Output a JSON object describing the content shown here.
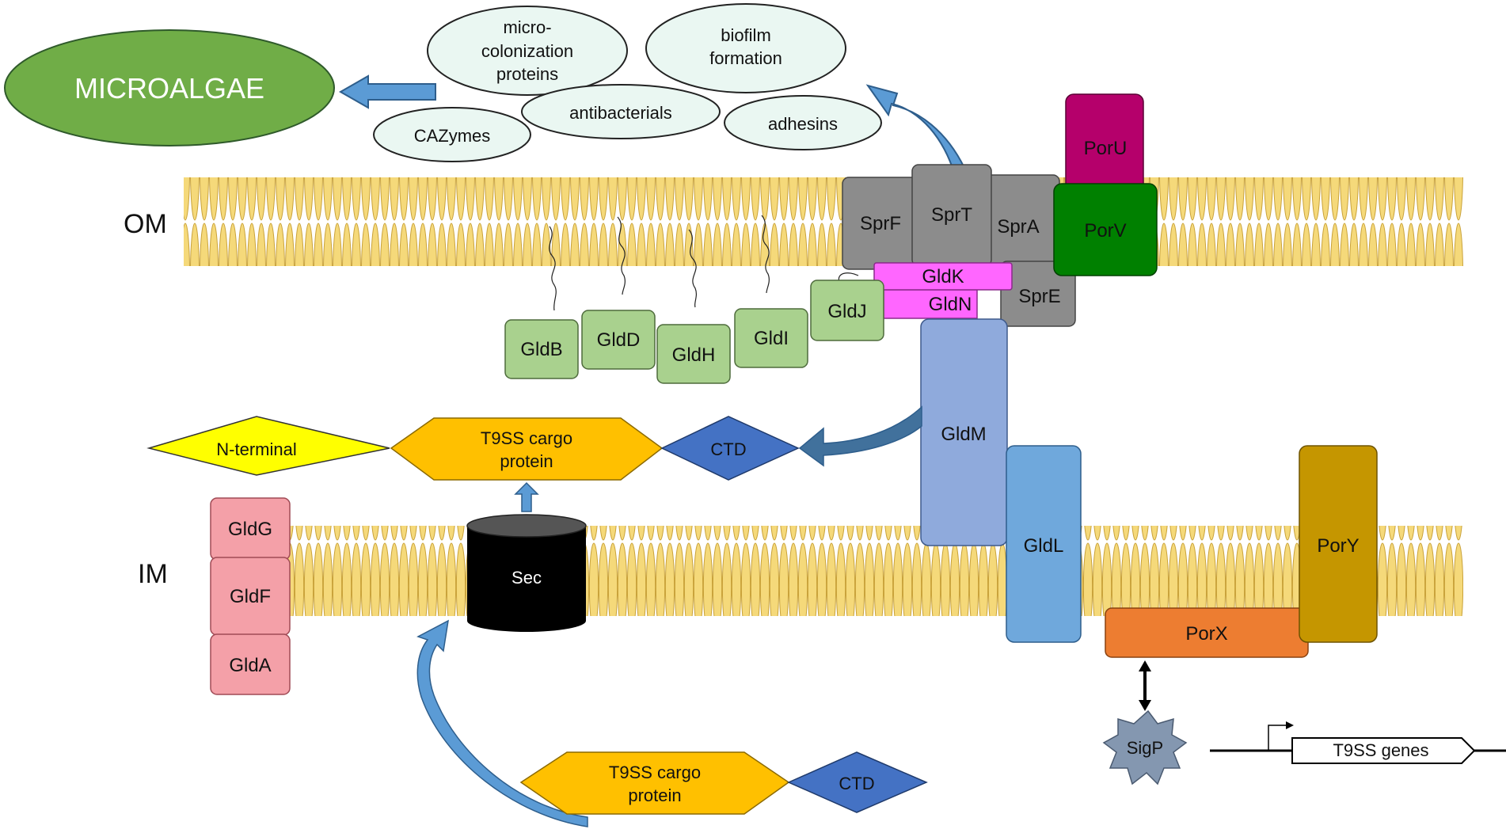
{
  "membranes": {
    "outer": "OM",
    "inner": "IM"
  },
  "microalgae": "MICROALGAE",
  "secreted": {
    "microcolonization": [
      "micro-",
      "colonization",
      "proteins"
    ],
    "biofilm": [
      "biofilm",
      "formation"
    ],
    "antibacterials": "antibacterials",
    "cazymes": "CAZymes",
    "adhesins": "adhesins"
  },
  "proteins": {
    "sprF": "SprF",
    "sprT": "SprT",
    "sprA": "SprA",
    "sprE": "SprE",
    "porU": "PorU",
    "porV": "PorV",
    "gldK": "GldK",
    "gldN": "GldN",
    "gldJ": "GldJ",
    "gldB": "GldB",
    "gldD": "GldD",
    "gldH": "GldH",
    "gldI": "GldI",
    "gldM": "GldM",
    "gldL": "GldL",
    "gldG": "GldG",
    "gldF": "GldF",
    "gldA": "GldA",
    "porY": "PorY",
    "porX": "PorX",
    "sec": "Sec",
    "sigP": "SigP"
  },
  "cargo_top": {
    "nterm": "N-terminal",
    "cargo": [
      "T9SS cargo",
      "protein"
    ],
    "ctd": "CTD"
  },
  "cargo_bottom": {
    "cargo": [
      "T9SS cargo",
      "protein"
    ],
    "ctd": "CTD"
  },
  "gene": "T9SS genes",
  "colors": {
    "membrane": "#F5D97A",
    "membrane_stroke": "#C9A23A",
    "sec_export": "#5B9BD5",
    "microalgae": "#70AD47",
    "secreted_bubble": "#EAF7F2",
    "spr_gray": "#8C8C8C",
    "porU": "#B5006B",
    "porV": "#008000",
    "gldK_gldN": "#FF66FF",
    "gld_green": "#A9D18E",
    "gldM": "#8FAADC",
    "gldL": "#6FA8DC",
    "gld_pink": "#F4A0A8",
    "porY": "#C59600",
    "porX": "#ED7D31",
    "cargo": "#FFC000",
    "ctd": "#4472C4",
    "nterm": "#FFFF00",
    "sigP": "#8497B0"
  }
}
